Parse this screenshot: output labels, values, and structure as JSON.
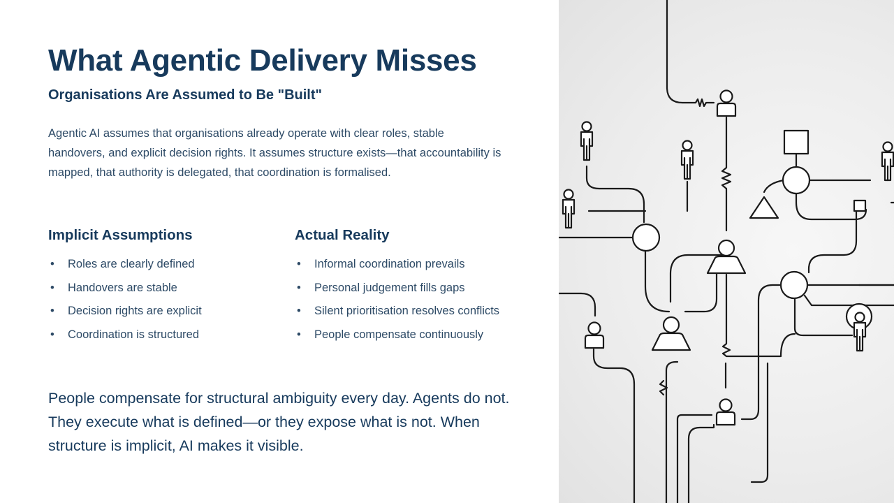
{
  "slide": {
    "title": "What Agentic Delivery Misses",
    "subtitle": "Organisations Are Assumed to Be \"Built\"",
    "intro": "Agentic AI assumes that organisations already operate with clear roles, stable handovers, and explicit decision rights. It assumes structure exists—that accountability is mapped, that authority is delegated, that coordination is formalised.",
    "left_column": {
      "heading": "Implicit Assumptions",
      "items": [
        "Roles are clearly defined",
        "Handovers are stable",
        "Decision rights are explicit",
        "Coordination is structured"
      ]
    },
    "right_column": {
      "heading": "Actual Reality",
      "items": [
        "Informal coordination prevails",
        "Personal judgement fills gaps",
        "Silent prioritisation resolves conflicts",
        "People compensate continuously"
      ]
    },
    "closing": "People compensate for structural ambiguity every day. Agents do not. They execute what is defined—or they expose what is not. When structure is implicit, AI makes it visible."
  },
  "illustration": {
    "description_icon": "network-people-illustration-icon",
    "stroke_color": "#1a1a1a",
    "background_color": "#ececec"
  }
}
